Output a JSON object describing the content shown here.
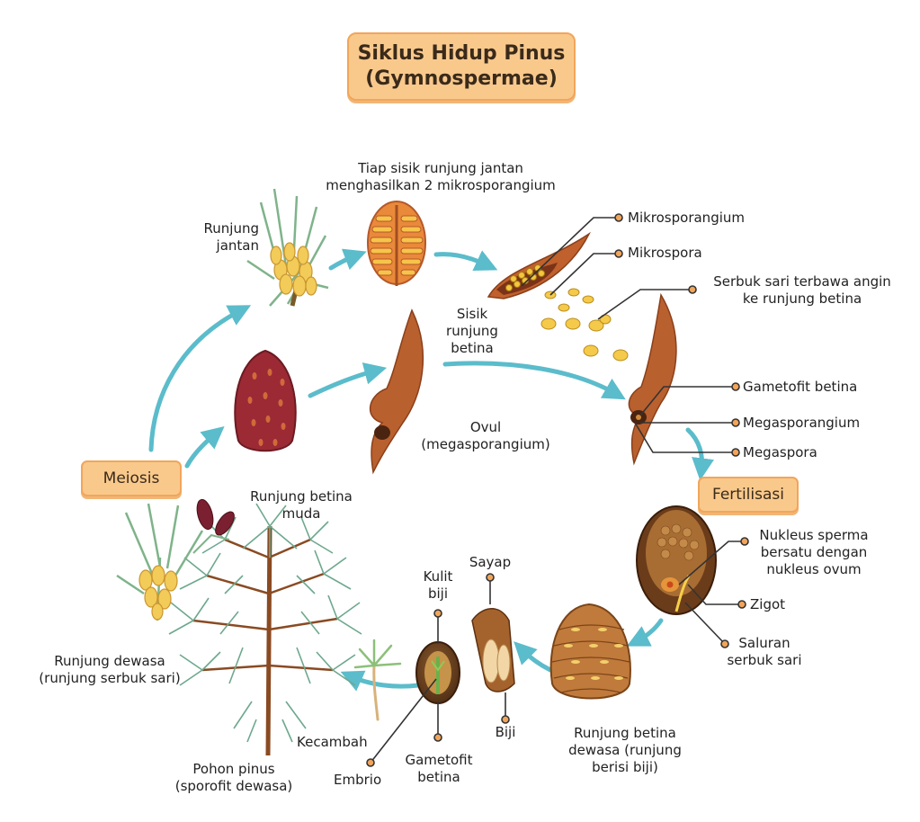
{
  "title": {
    "line1": "Siklus Hidup Pinus",
    "line2": "(Gymnospermae)"
  },
  "tags": {
    "meiosis": "Meiosis",
    "fertilisasi": "Fertilisasi"
  },
  "labels": {
    "runjung_jantan": [
      "Runjung",
      "jantan"
    ],
    "tiap_sisik": [
      "Tiap sisik runjung jantan",
      "menghasilkan 2 mikrosporangium"
    ],
    "mikrosporangium": "Mikrosporangium",
    "mikrospora": "Mikrospora",
    "serbuk_sari_angin": [
      "Serbuk sari terbawa angin",
      "ke runjung betina"
    ],
    "sisik_runjung_betina": [
      "Sisik",
      "runjung",
      "betina"
    ],
    "ovul": [
      "Ovul",
      "(megasporangium)"
    ],
    "gametofit_betina_top": "Gametofit betina",
    "megasporangium": "Megasporangium",
    "megaspora": "Megaspora",
    "runjung_betina_muda": [
      "Runjung betina",
      "muda"
    ],
    "nukleus": [
      "Nukleus sperma",
      "bersatu dengan",
      "nukleus ovum"
    ],
    "zigot": "Zigot",
    "saluran": [
      "Saluran",
      "serbuk sari"
    ],
    "runjung_dewasa": [
      "Runjung dewasa",
      "(runjung serbuk sari)"
    ],
    "kulit_biji": [
      "Kulit",
      "biji"
    ],
    "sayap": "Sayap",
    "biji": "Biji",
    "runjung_betina_dewasa": [
      "Runjung betina",
      "dewasa (runjung",
      "berisi biji)"
    ],
    "kecambah": "Kecambah",
    "embrio": "Embrio",
    "gametofit_betina_bottom": [
      "Gametofit",
      "betina"
    ],
    "pohon_pinus": [
      "Pohon pinus",
      "(sporofit dewasa)"
    ]
  },
  "colors": {
    "arrow": "#5bbccb",
    "tag_fill": "#f9c98c",
    "tag_border": "#f2a55a",
    "scale_brown": "#b5582a",
    "female_cone": "#9b2a35",
    "pollen": "#f5c94a",
    "leader": "#333333"
  }
}
